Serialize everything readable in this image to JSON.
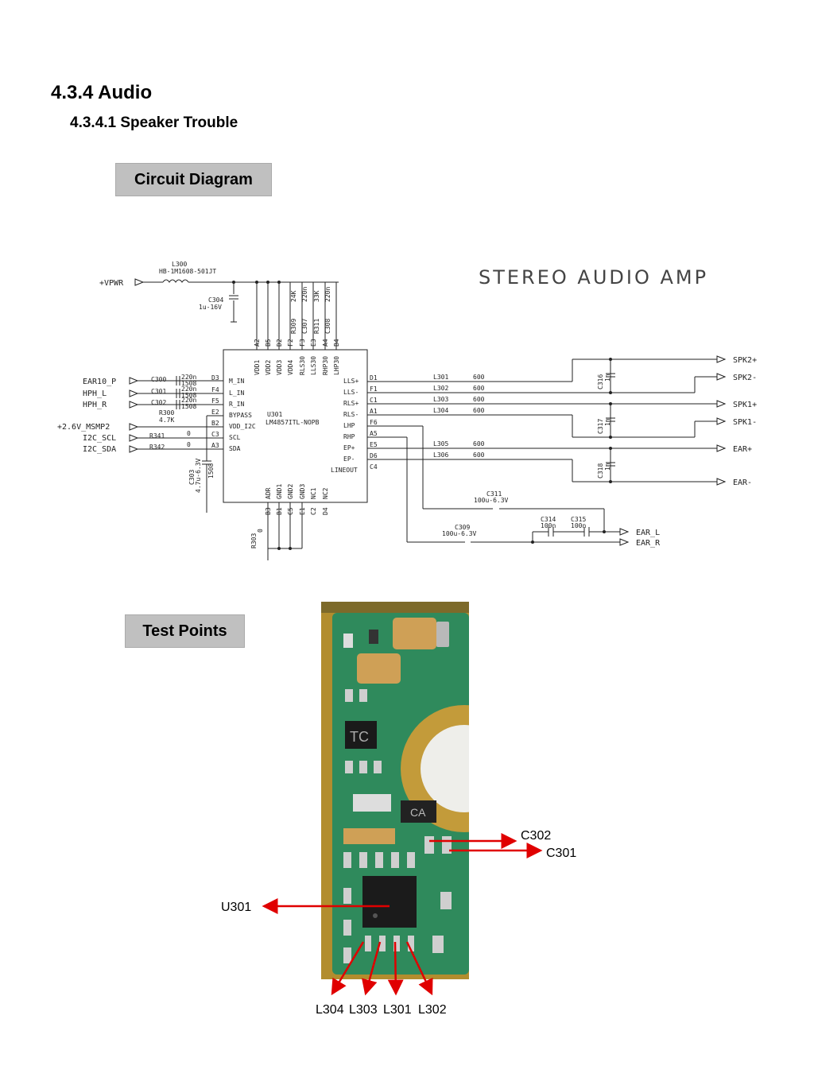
{
  "section": {
    "number_title": "4.3.4 Audio",
    "subtitle": "4.3.4.1 Speaker Trouble"
  },
  "tags": {
    "circuit_diagram": "Circuit Diagram",
    "test_points": "Test Points"
  },
  "schematic": {
    "title": "STEREO AUDIO AMP",
    "supply": {
      "net": "+VPWR",
      "inductor": "L300",
      "inductor_part": "HB-1M1608-501JT",
      "cap": "C304",
      "cap_value": "1u-16V"
    },
    "ic": {
      "ref": "U301",
      "part": "LM4857ITL-NOPB"
    },
    "left_pins": [
      {
        "ball": "D3",
        "name": "M_IN"
      },
      {
        "ball": "F4",
        "name": "L_IN"
      },
      {
        "ball": "F5",
        "name": "R_IN"
      },
      {
        "ball": "E2",
        "name": "BYPASS"
      },
      {
        "ball": "B2",
        "name": "VDD_I2C"
      },
      {
        "ball": "C3",
        "name": "SCL"
      },
      {
        "ball": "A3",
        "name": "SDA"
      }
    ],
    "right_pins": [
      {
        "ball": "D1",
        "name": "LLS+"
      },
      {
        "ball": "F1",
        "name": "LLS-"
      },
      {
        "ball": "C1",
        "name": "RLS+"
      },
      {
        "ball": "A1",
        "name": "RLS-"
      },
      {
        "ball": "F6",
        "name": "LHP"
      },
      {
        "ball": "A5",
        "name": "RHP"
      },
      {
        "ball": "E5",
        "name": "EP+"
      },
      {
        "ball": "D6",
        "name": "EP-"
      },
      {
        "ball": "C4",
        "name": "LINEOUT"
      }
    ],
    "top_pins": [
      {
        "ball": "A2",
        "name": "VDD1"
      },
      {
        "ball": "B5",
        "name": "VDD2"
      },
      {
        "ball": "D2",
        "name": "VDD3"
      },
      {
        "ball": "F2",
        "name": "VDD4"
      },
      {
        "ball": "F3",
        "name": "RLS30"
      },
      {
        "ball": "E3",
        "name": "LLS30"
      },
      {
        "ball": "A4",
        "name": "RHP30"
      },
      {
        "ball": "B4",
        "name": "LHP30"
      }
    ],
    "top_parts": [
      {
        "ref": "R309",
        "value": "24K"
      },
      {
        "ref": "C307",
        "value": "220n"
      },
      {
        "ref": "R311",
        "value": "33K"
      },
      {
        "ref": "C308",
        "value": "220n"
      }
    ],
    "bottom_pins": [
      {
        "ball": "B3",
        "name": "ADR"
      },
      {
        "ball": "B1",
        "name": "GND1"
      },
      {
        "ball": "C5",
        "name": "GND2"
      },
      {
        "ball": "E1",
        "name": "GND3"
      },
      {
        "ball": "C2",
        "name": "NC1"
      },
      {
        "ball": "D4",
        "name": "NC2"
      }
    ],
    "inputs": [
      {
        "net": "EAR10_P",
        "cap": "C300",
        "value": "220n",
        "size": "1508"
      },
      {
        "net": "HPH_L",
        "cap": "C301",
        "value": "220n",
        "size": "1508"
      },
      {
        "net": "HPH_R",
        "cap": "C302",
        "value": "220n",
        "size": "1508"
      },
      {
        "net": "+2.6V_MSMP2",
        "res": "R300",
        "value": "4.7K"
      },
      {
        "net": "I2C_SCL",
        "res": "R341",
        "value": "0"
      },
      {
        "net": "I2C_SDA",
        "res": "R342",
        "value": "0"
      }
    ],
    "bypass_cap": {
      "ref": "C303",
      "value": "4.7u-6.3V",
      "size": "1508"
    },
    "adr_res": {
      "ref": "R303",
      "value": "0"
    },
    "ferrites": [
      {
        "ref": "L301",
        "value": "600"
      },
      {
        "ref": "L302",
        "value": "600"
      },
      {
        "ref": "L303",
        "value": "600"
      },
      {
        "ref": "L304",
        "value": "600"
      },
      {
        "ref": "L305",
        "value": "600"
      },
      {
        "ref": "L306",
        "value": "600"
      }
    ],
    "out_caps": [
      {
        "ref": "C316",
        "value": "1n"
      },
      {
        "ref": "C317",
        "value": "1n"
      },
      {
        "ref": "C318",
        "value": "1n"
      }
    ],
    "outputs": [
      "SPK2+",
      "SPK2-",
      "SPK1+",
      "SPK1-",
      "EAR+",
      "EAR-",
      "EAR_L",
      "EAR_R"
    ],
    "hp_caps": [
      {
        "ref": "C311",
        "value": "100u-6.3V"
      },
      {
        "ref": "C309",
        "value": "100u-6.3V"
      },
      {
        "ref": "C314",
        "value": "100n"
      },
      {
        "ref": "C315",
        "value": "100n"
      }
    ]
  },
  "test_points": {
    "labels": [
      "C302",
      "C301",
      "U301",
      "L304",
      "L303",
      "L301",
      "L302"
    ]
  },
  "colors": {
    "arrow": "#e00000",
    "pcb_green": "#2f8a5c",
    "pcb_gold": "#b28d2e",
    "tag_bg": "#c0c0c0"
  }
}
